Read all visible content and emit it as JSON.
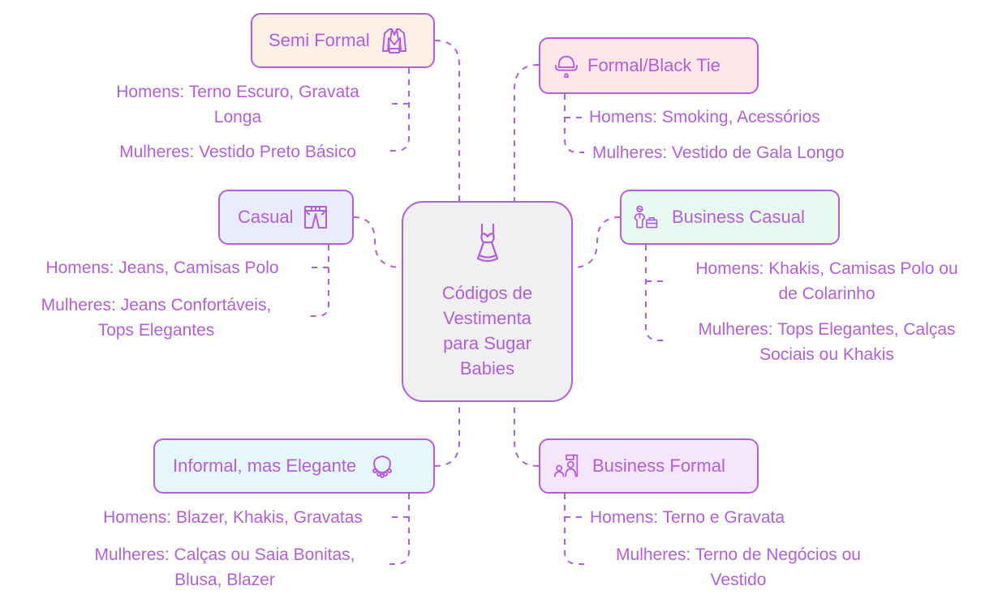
{
  "colors": {
    "stroke": "#b45fd9",
    "text": "#b45fd9",
    "center_fill": "#f0eff2",
    "semi_formal_fill": "#fdf0e6",
    "formal_fill": "#fde6ea",
    "casual_fill": "#e8ecfd",
    "business_casual_fill": "#e8f9f1",
    "informal_fill": "#e5f6fd",
    "business_formal_fill": "#f5e6fd"
  },
  "center": {
    "title": "Códigos de Vestimenta para Sugar Babies",
    "icon": "dress-icon"
  },
  "categories": [
    {
      "id": "semi-formal",
      "label": "Semi Formal",
      "icon": "blazer-icon",
      "items": [
        "Homens: Terno Escuro, Gravata Longa",
        "Mulheres: Vestido Preto Básico"
      ]
    },
    {
      "id": "formal-black-tie",
      "label": "Formal/Black Tie",
      "icon": "bowler-hat-icon",
      "items": [
        "Homens: Smoking, Acessórios",
        "Mulheres: Vestido de Gala Longo"
      ]
    },
    {
      "id": "casual",
      "label": "Casual",
      "icon": "shorts-icon",
      "items": [
        "Homens: Jeans, Camisas Polo",
        "Mulheres: Jeans Confortáveis, Tops Elegantes"
      ]
    },
    {
      "id": "business-casual",
      "label": "Business Casual",
      "icon": "businessman-briefcase-icon",
      "items": [
        "Homens: Khakis, Camisas Polo ou de Colarinho",
        "Mulheres: Tops Elegantes, Calças Sociais ou Khakis"
      ]
    },
    {
      "id": "informal-elegante",
      "label": "Informal, mas Elegante",
      "icon": "necklace-icon",
      "items": [
        "Homens: Blazer, Khakis, Gravatas",
        "Mulheres: Calças ou Saia Bonitas, Blusa, Blazer"
      ]
    },
    {
      "id": "business-formal",
      "label": "Business Formal",
      "icon": "presentation-people-icon",
      "items": [
        "Homens: Terno e Gravata",
        "Mulheres: Terno de Negócios ou Vestido"
      ]
    }
  ],
  "leaf_lines": {
    "semi_formal_0": [
      "Homens: Terno Escuro, Gravata",
      "Longa"
    ],
    "semi_formal_1": [
      "Mulheres: Vestido Preto Básico"
    ],
    "formal_0": [
      "Homens: Smoking, Acessórios"
    ],
    "formal_1": [
      "Mulheres: Vestido de Gala Longo"
    ],
    "casual_0": [
      "Homens: Jeans, Camisas Polo"
    ],
    "casual_1": [
      "Mulheres: Jeans Confortáveis,",
      "Tops Elegantes"
    ],
    "bcasual_0": [
      "Homens: Khakis, Camisas Polo ou",
      "de Colarinho"
    ],
    "bcasual_1": [
      "Mulheres: Tops Elegantes, Calças",
      "Sociais ou Khakis"
    ],
    "informal_0": [
      "Homens: Blazer, Khakis, Gravatas"
    ],
    "informal_1": [
      "Mulheres: Calças ou Saia Bonitas,",
      "Blusa, Blazer"
    ],
    "bformal_0": [
      "Homens: Terno e Gravata"
    ],
    "bformal_1": [
      "Mulheres: Terno de Negócios ou",
      "Vestido"
    ]
  }
}
